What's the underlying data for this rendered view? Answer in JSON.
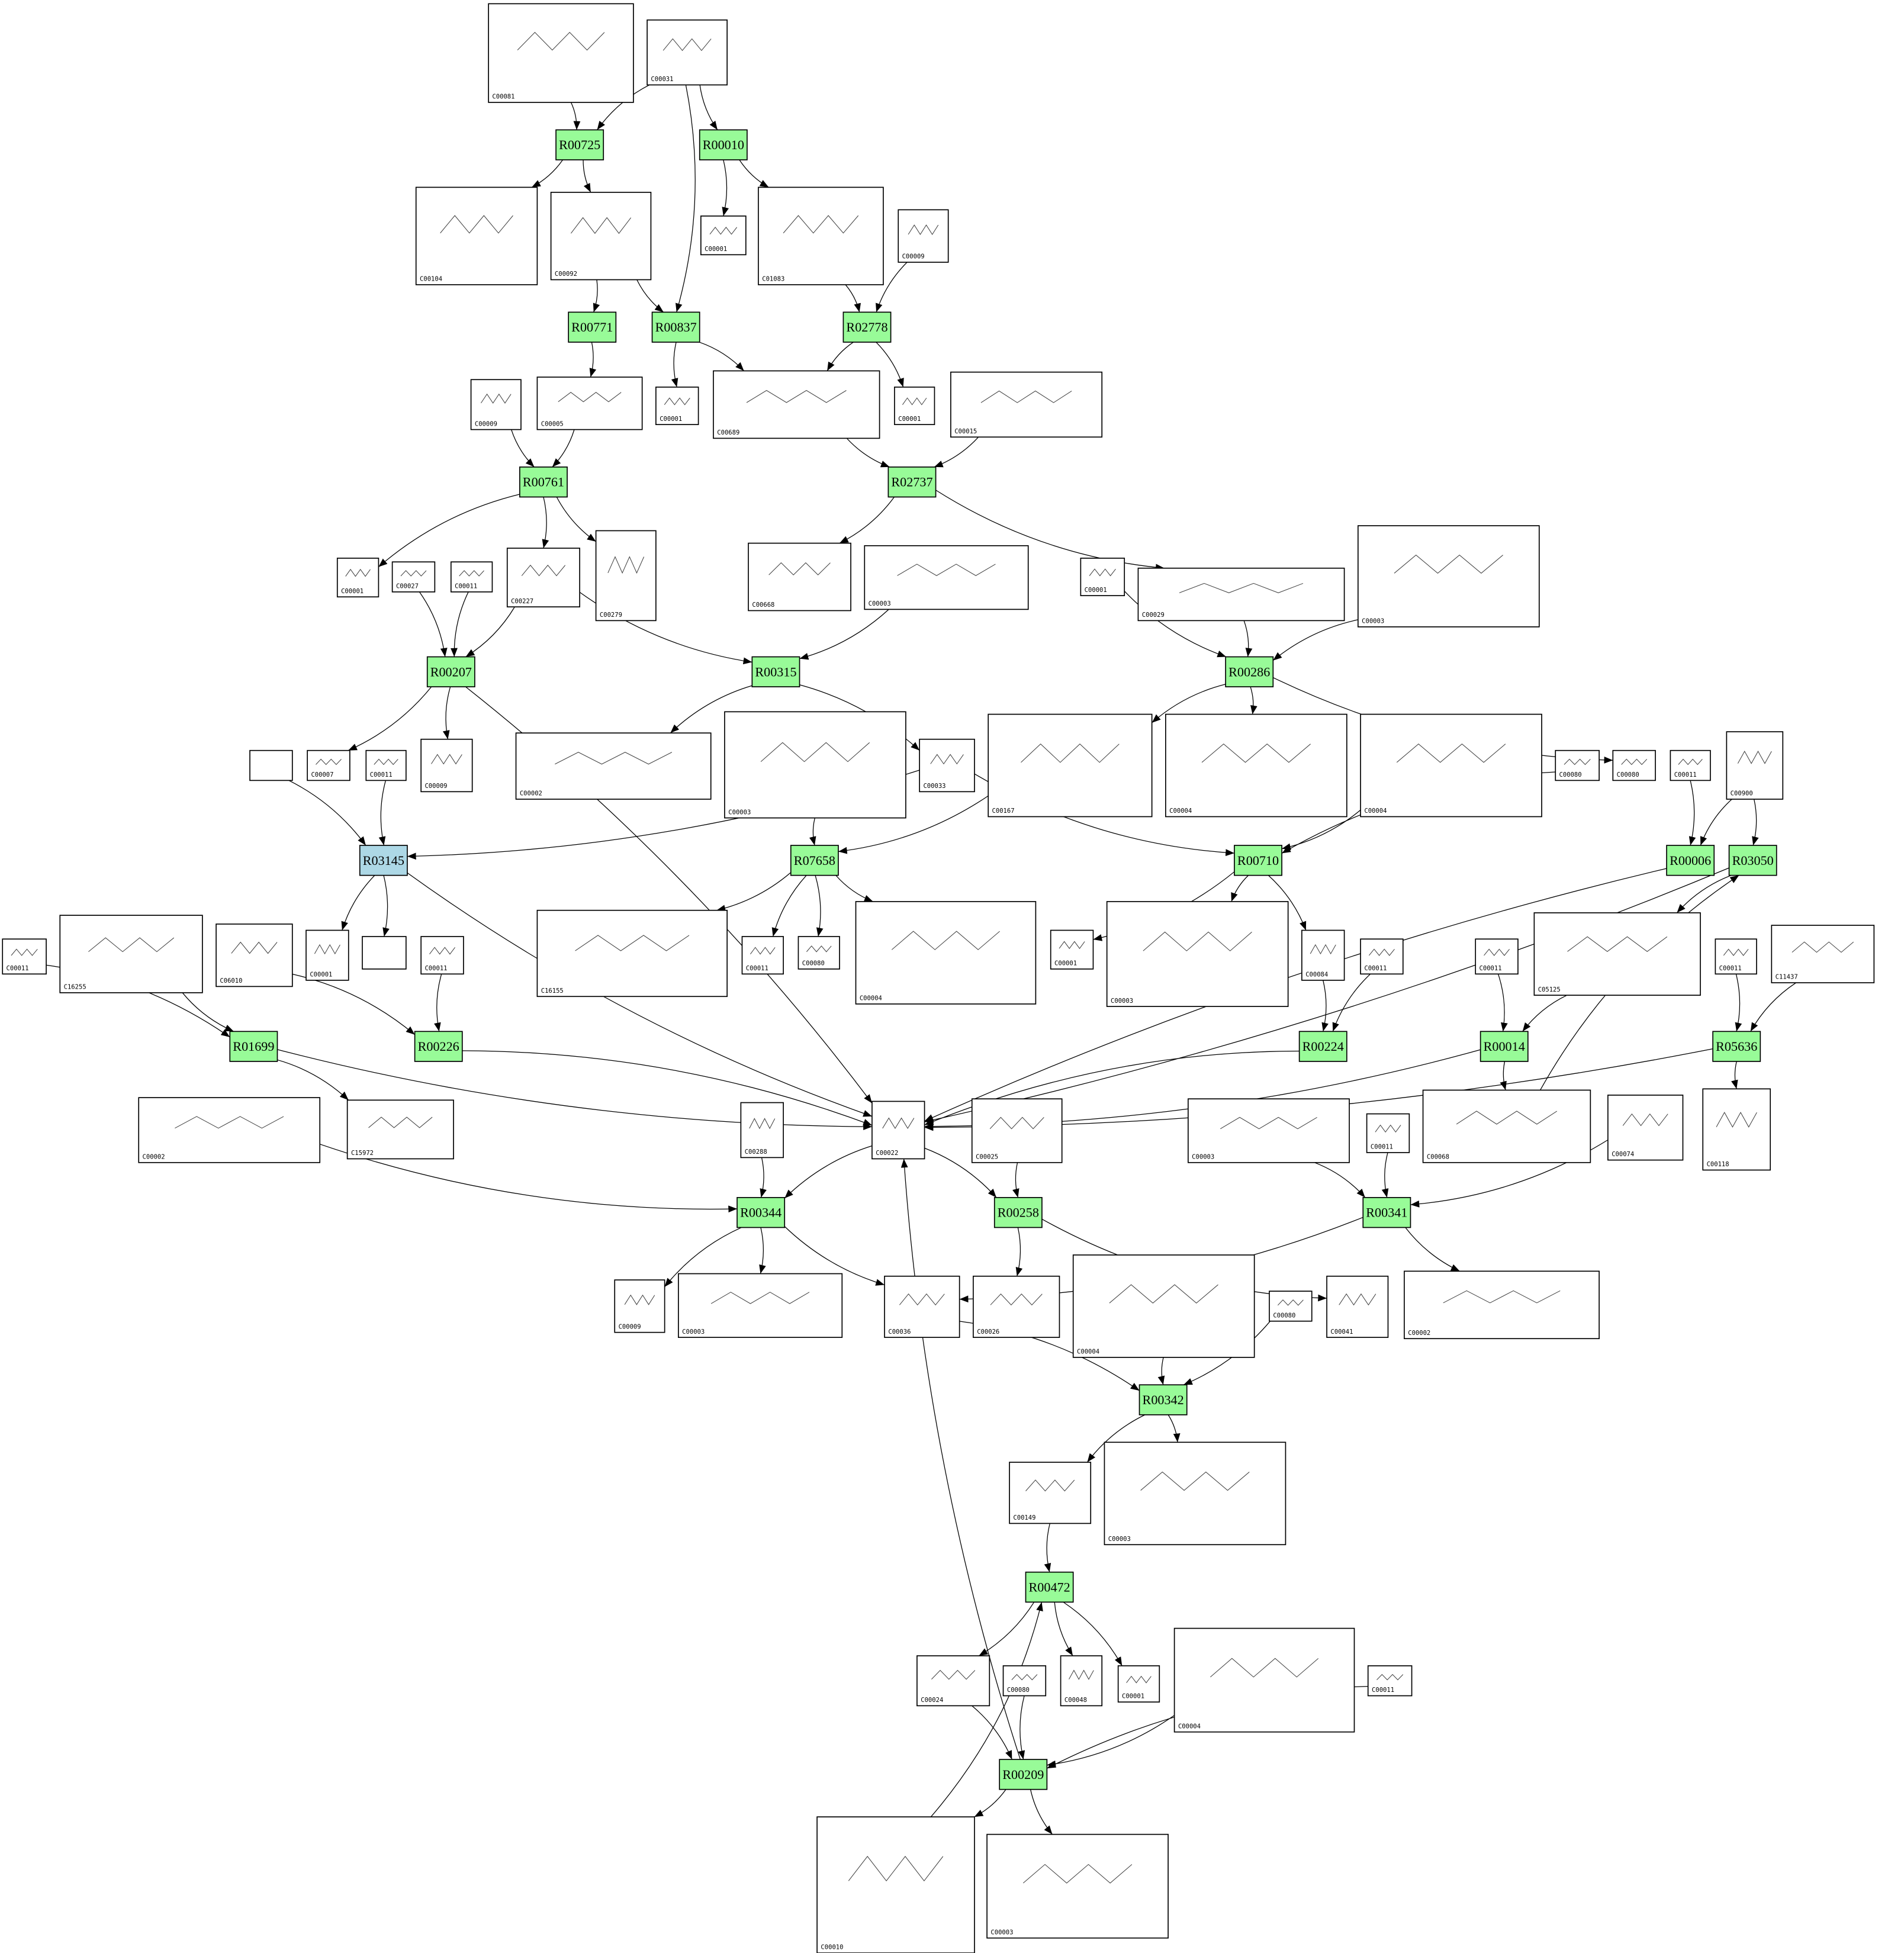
{
  "colors": {
    "reaction": "#98fb98",
    "reaction_highlight": "#add8e6",
    "edge": "#000000"
  },
  "reactions": [
    {
      "id": "R00725"
    },
    {
      "id": "R00010"
    },
    {
      "id": "R00771"
    },
    {
      "id": "R00837"
    },
    {
      "id": "R02778"
    },
    {
      "id": "R00761"
    },
    {
      "id": "R02737"
    },
    {
      "id": "R00207"
    },
    {
      "id": "R00315"
    },
    {
      "id": "R00286"
    },
    {
      "id": "R03145",
      "highlight": true
    },
    {
      "id": "R07658"
    },
    {
      "id": "R00710"
    },
    {
      "id": "R00006"
    },
    {
      "id": "R03050"
    },
    {
      "id": "R01699"
    },
    {
      "id": "R00226"
    },
    {
      "id": "R00224"
    },
    {
      "id": "R00014"
    },
    {
      "id": "R05636"
    },
    {
      "id": "R00344"
    },
    {
      "id": "R00258"
    },
    {
      "id": "R00341"
    },
    {
      "id": "R00342"
    },
    {
      "id": "R00472"
    },
    {
      "id": "R00209"
    }
  ],
  "compounds": [
    {
      "id": "C00081"
    },
    {
      "id": "C00031"
    },
    {
      "id": "C00104"
    },
    {
      "id": "C00092"
    },
    {
      "id": "C00001"
    },
    {
      "id": "C01083"
    },
    {
      "id": "C00009"
    },
    {
      "id": "C00005"
    },
    {
      "id": "C00009"
    },
    {
      "id": "C00001"
    },
    {
      "id": "C00689"
    },
    {
      "id": "C00001"
    },
    {
      "id": "C00015"
    },
    {
      "id": "C00001"
    },
    {
      "id": "C00027"
    },
    {
      "id": "C00011"
    },
    {
      "id": "C00227"
    },
    {
      "id": "C00279"
    },
    {
      "id": "C00668"
    },
    {
      "id": "C00003"
    },
    {
      "id": "C00001"
    },
    {
      "id": "C00029"
    },
    {
      "id": "C00003"
    },
    {
      "id": ""
    },
    {
      "id": "C00007"
    },
    {
      "id": "C00011"
    },
    {
      "id": "C00009"
    },
    {
      "id": "C00002"
    },
    {
      "id": "C00003"
    },
    {
      "id": "C00033"
    },
    {
      "id": "C00167"
    },
    {
      "id": "C00004"
    },
    {
      "id": "C00004"
    },
    {
      "id": "C00080"
    },
    {
      "id": "C00080"
    },
    {
      "id": "C00011"
    },
    {
      "id": "C00900"
    },
    {
      "id": "C00011"
    },
    {
      "id": "C16255"
    },
    {
      "id": "C06010"
    },
    {
      "id": "C00001"
    },
    {
      "id": ""
    },
    {
      "id": "C00011"
    },
    {
      "id": "C16155"
    },
    {
      "id": "C00011"
    },
    {
      "id": "C00080"
    },
    {
      "id": "C00004"
    },
    {
      "id": "C00001"
    },
    {
      "id": "C00003"
    },
    {
      "id": "C00084"
    },
    {
      "id": "C00011"
    },
    {
      "id": "C00011"
    },
    {
      "id": "C05125"
    },
    {
      "id": "C00011"
    },
    {
      "id": "C11437"
    },
    {
      "id": "C00002"
    },
    {
      "id": "C15972"
    },
    {
      "id": "C00288"
    },
    {
      "id": "C00022"
    },
    {
      "id": "C00025"
    },
    {
      "id": "C00003"
    },
    {
      "id": "C00011"
    },
    {
      "id": "C00068"
    },
    {
      "id": "C00074"
    },
    {
      "id": "C00118"
    },
    {
      "id": "C00009"
    },
    {
      "id": "C00003"
    },
    {
      "id": "C00036"
    },
    {
      "id": "C00026"
    },
    {
      "id": "C00004"
    },
    {
      "id": "C00080"
    },
    {
      "id": "C00041"
    },
    {
      "id": "C00002"
    },
    {
      "id": "C00149"
    },
    {
      "id": "C00003"
    },
    {
      "id": "C00024"
    },
    {
      "id": "C00080"
    },
    {
      "id": "C00048"
    },
    {
      "id": "C00001"
    },
    {
      "id": "C00004"
    },
    {
      "id": "C00011"
    },
    {
      "id": "C00010"
    },
    {
      "id": "C00003"
    }
  ]
}
